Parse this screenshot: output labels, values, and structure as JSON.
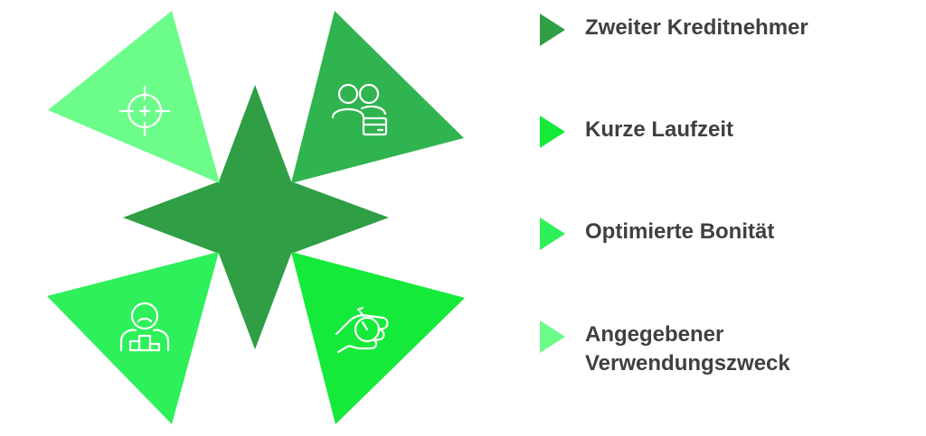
{
  "colors": {
    "center": "#2f9e44",
    "top_left": "#6cfc8a",
    "top_right": "#2fb44f",
    "bottom_left": "#2ef05a",
    "bottom_right": "#15ea3a",
    "icon_stroke": "#ffffff",
    "text": "#404040"
  },
  "petals": [
    {
      "id": "top-left",
      "icon": "crosshair-icon"
    },
    {
      "id": "top-right",
      "icon": "users-with-card-icon"
    },
    {
      "id": "bottom-left",
      "icon": "person-on-podium-icon"
    },
    {
      "id": "bottom-right",
      "icon": "hand-with-stopwatch-icon"
    }
  ],
  "legend": [
    {
      "label": "Zweiter Kreditnehmer",
      "color": "#2f9e44"
    },
    {
      "label": "Kurze Laufzeit",
      "color": "#15ea3a"
    },
    {
      "label": "Optimierte Bonität",
      "color": "#2ef05a"
    },
    {
      "label": "Angegebener\nVerwendungszweck",
      "color": "#6cfc8a"
    }
  ]
}
